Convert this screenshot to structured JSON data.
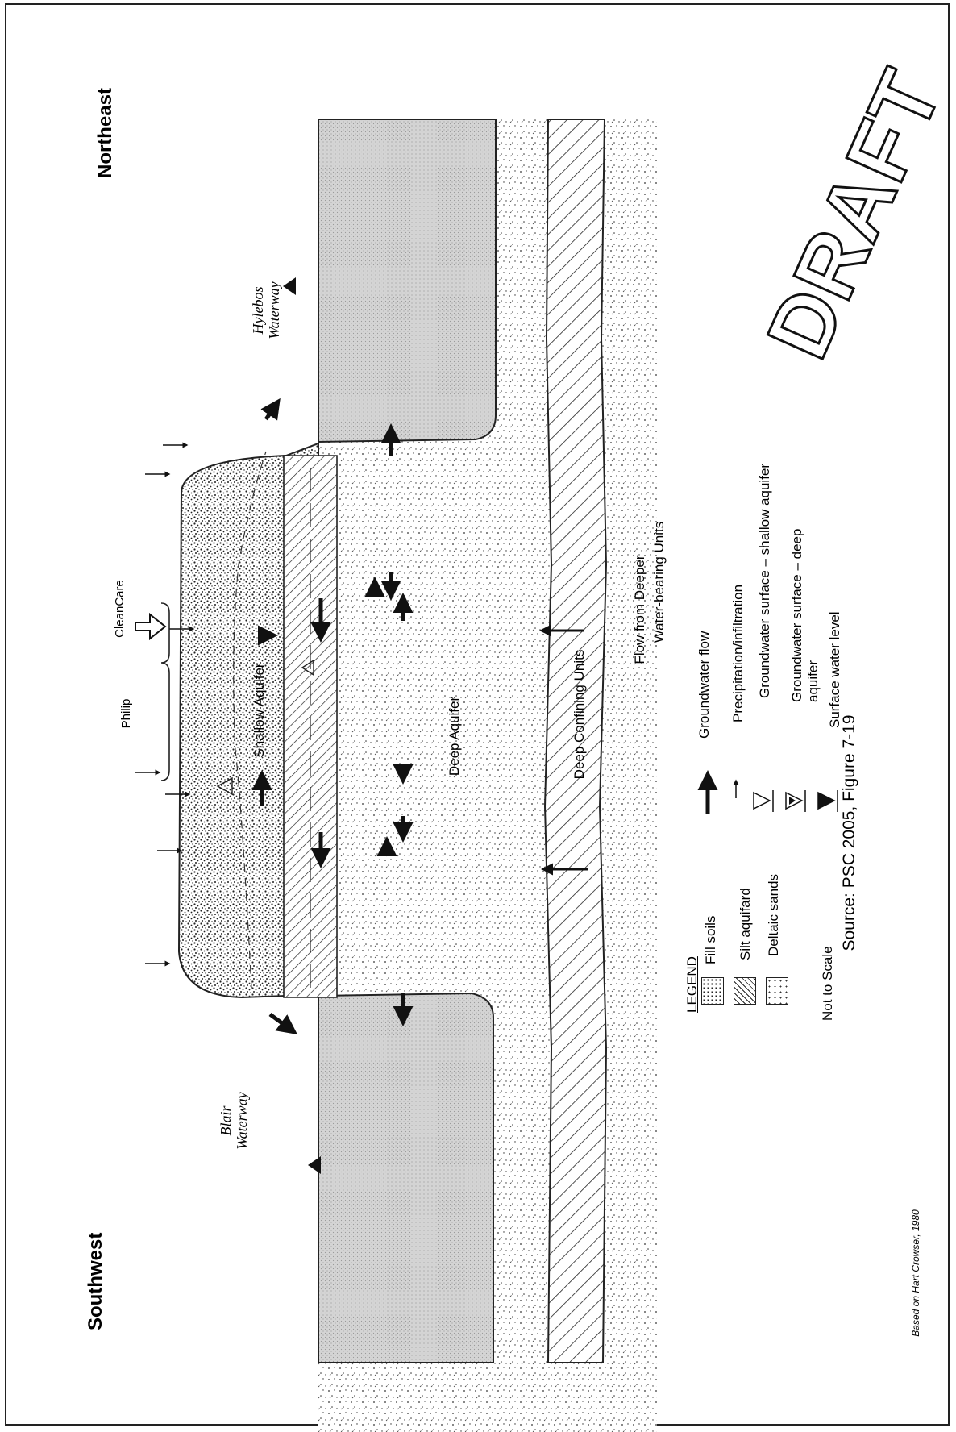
{
  "directions": {
    "left": "Southwest",
    "right": "Northeast"
  },
  "waterways": {
    "left": [
      "Blair",
      "Waterway"
    ],
    "right": [
      "Hylebos",
      "Waterway"
    ]
  },
  "sites": {
    "philip": "Philip",
    "cleancare": "CleanCare"
  },
  "units": {
    "shallow": "Shallow Aquifer",
    "deep": "Deep Aquifer",
    "confining": "Deep Confining Units",
    "flow_from_deeper": [
      "Flow from Deeper",
      "Water-bearing Units"
    ]
  },
  "legend": {
    "title": "LEGEND",
    "materials": [
      "Fill soils",
      "Silt aquifard",
      "Deltaic sands"
    ],
    "symbols": [
      "Groundwater flow",
      "Precipitation/infiltration",
      "Groundwater surface – shallow aquifer",
      "Groundwater surface – deep aquifer",
      "Surface water level"
    ],
    "scale_note": "Not to Scale"
  },
  "source": "Source: PSC 2005, Figure 7-19",
  "based_on": "Based on Hart Crowser, 1980",
  "watermark": "DRAFT"
}
